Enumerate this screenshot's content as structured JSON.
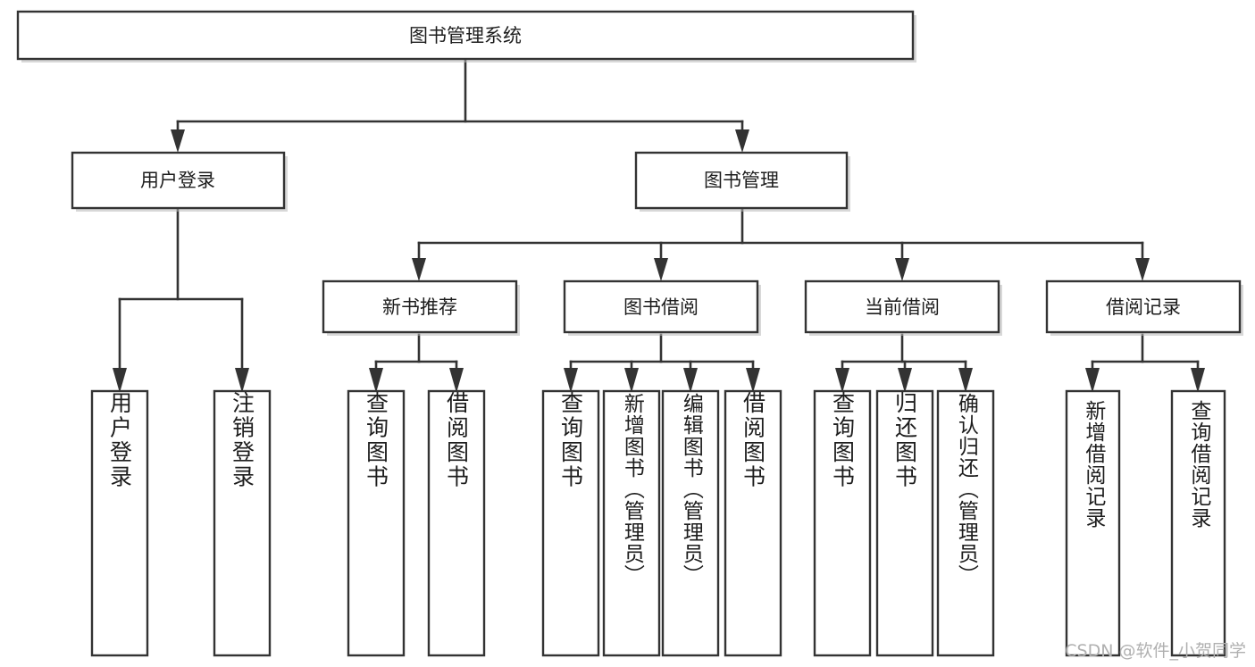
{
  "diagram": {
    "type": "tree",
    "title": "图书管理系统",
    "watermark": "CSDN @软件_小贺同学",
    "root": {
      "id": "root",
      "label": "图书管理系统"
    },
    "level2": [
      {
        "id": "user-login",
        "label": "用户登录"
      },
      {
        "id": "book-manage",
        "label": "图书管理"
      }
    ],
    "level3": [
      {
        "id": "new-book-recommend",
        "label": "新书推荐",
        "parent": "book-manage"
      },
      {
        "id": "book-borrow",
        "label": "图书借阅",
        "parent": "book-manage"
      },
      {
        "id": "current-borrow",
        "label": "当前借阅",
        "parent": "book-manage"
      },
      {
        "id": "borrow-record",
        "label": "借阅记录",
        "parent": "book-manage"
      }
    ],
    "leaves": [
      {
        "id": "leaf-user-login",
        "label": "用户登录",
        "parent": "user-login"
      },
      {
        "id": "leaf-logout-login",
        "label": "注销登录",
        "parent": "user-login"
      },
      {
        "id": "leaf-query-book-1",
        "label": "查询图书",
        "parent": "new-book-recommend"
      },
      {
        "id": "leaf-borrow-book-1",
        "label": "借阅图书",
        "parent": "new-book-recommend"
      },
      {
        "id": "leaf-query-book-2",
        "label": "查询图书",
        "parent": "book-borrow"
      },
      {
        "id": "leaf-add-book",
        "label": "新增图书（管理员）",
        "parent": "book-borrow"
      },
      {
        "id": "leaf-edit-book",
        "label": "编辑图书（管理员）",
        "parent": "book-borrow"
      },
      {
        "id": "leaf-borrow-book-2",
        "label": "借阅图书",
        "parent": "book-borrow"
      },
      {
        "id": "leaf-query-book-3",
        "label": "查询图书",
        "parent": "current-borrow"
      },
      {
        "id": "leaf-return-book",
        "label": "归还图书",
        "parent": "current-borrow"
      },
      {
        "id": "leaf-confirm-return",
        "label": "确认归还（管理员）",
        "parent": "current-borrow"
      },
      {
        "id": "leaf-add-record",
        "label": "新增借阅记录",
        "parent": "borrow-record"
      },
      {
        "id": "leaf-query-record",
        "label": "查询借阅记录",
        "parent": "borrow-record"
      }
    ],
    "colors": {
      "box_stroke": "#333333",
      "box_fill": "#ffffff",
      "connector": "#333333",
      "text": "#1d1d1d",
      "watermark": "#b0b0b0",
      "background": "#ffffff"
    }
  }
}
